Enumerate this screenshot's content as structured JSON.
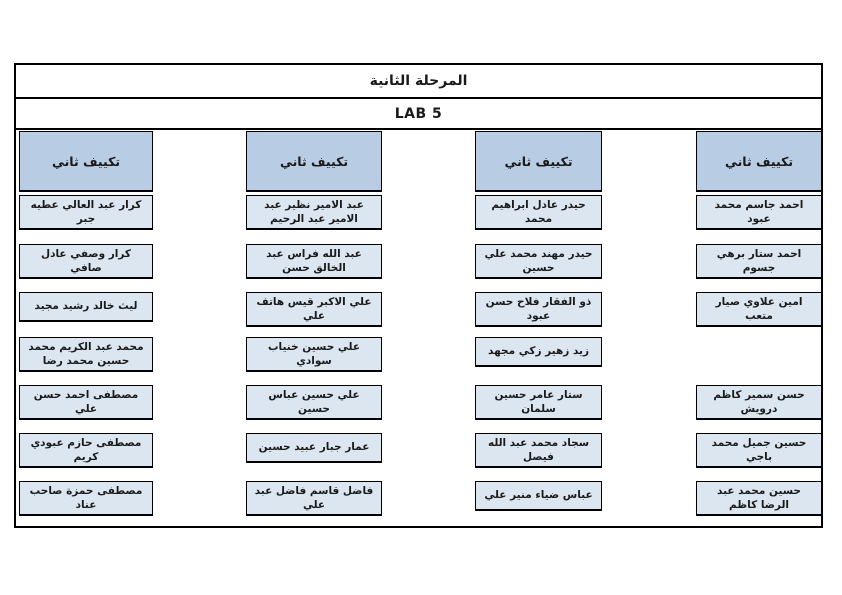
{
  "document": {
    "title": "المرحلة الثانية",
    "lab_label": "LAB 5"
  },
  "columns": [
    {
      "header": "تكييف ثاني",
      "names": [
        "كرار عبد العالي عطيه جبر",
        "كرار وصفي عادل صافي",
        "ليث خالد رشيد مجيد",
        "محمد عبد الكريم محمد حسين محمد رضا",
        "مصطفى احمد حسن علي",
        "مصطفى حازم عبودي كريم",
        "مصطفى حمزة صاحب عناد"
      ]
    },
    {
      "header": "تكييف ثاني",
      "names": [
        "عبد الامير نظير عبد الامير عبد الرحيم",
        "عبد الله فراس عبد الخالق حسن",
        "علي الاكبر قيس هاتف علي",
        "علي حسين خنياب سوادي",
        "علي حسين عباس حسين",
        "عمار جبار عبيد حسين",
        "فاضل قاسم فاضل عبد علي"
      ]
    },
    {
      "header": "تكييف ثاني",
      "names": [
        "حيدر عادل ابراهيم محمد",
        "حيدر مهند محمد علي حسين",
        "ذو الفقار فلاح حسن عبود",
        "زيد زهير زكي مجهد",
        "ستار عامر حسين سلمان",
        "سجاد محمد عبد الله فيصل",
        "عباس ضياء منير علي"
      ]
    },
    {
      "header": "تكييف ثاني",
      "names": [
        "احمد جاسم محمد عبود",
        "احمد ستار برهي جسوم",
        "امين علاوي صيار متعب",
        null,
        "حسن سمير كاظم درويش",
        "حسين جميل محمد باجي",
        "حسين محمد عبد الرضا كاظم"
      ]
    }
  ],
  "colors": {
    "header_fill": "#b8cce4",
    "cell_fill": "#dce6f1",
    "border": "#000000"
  }
}
